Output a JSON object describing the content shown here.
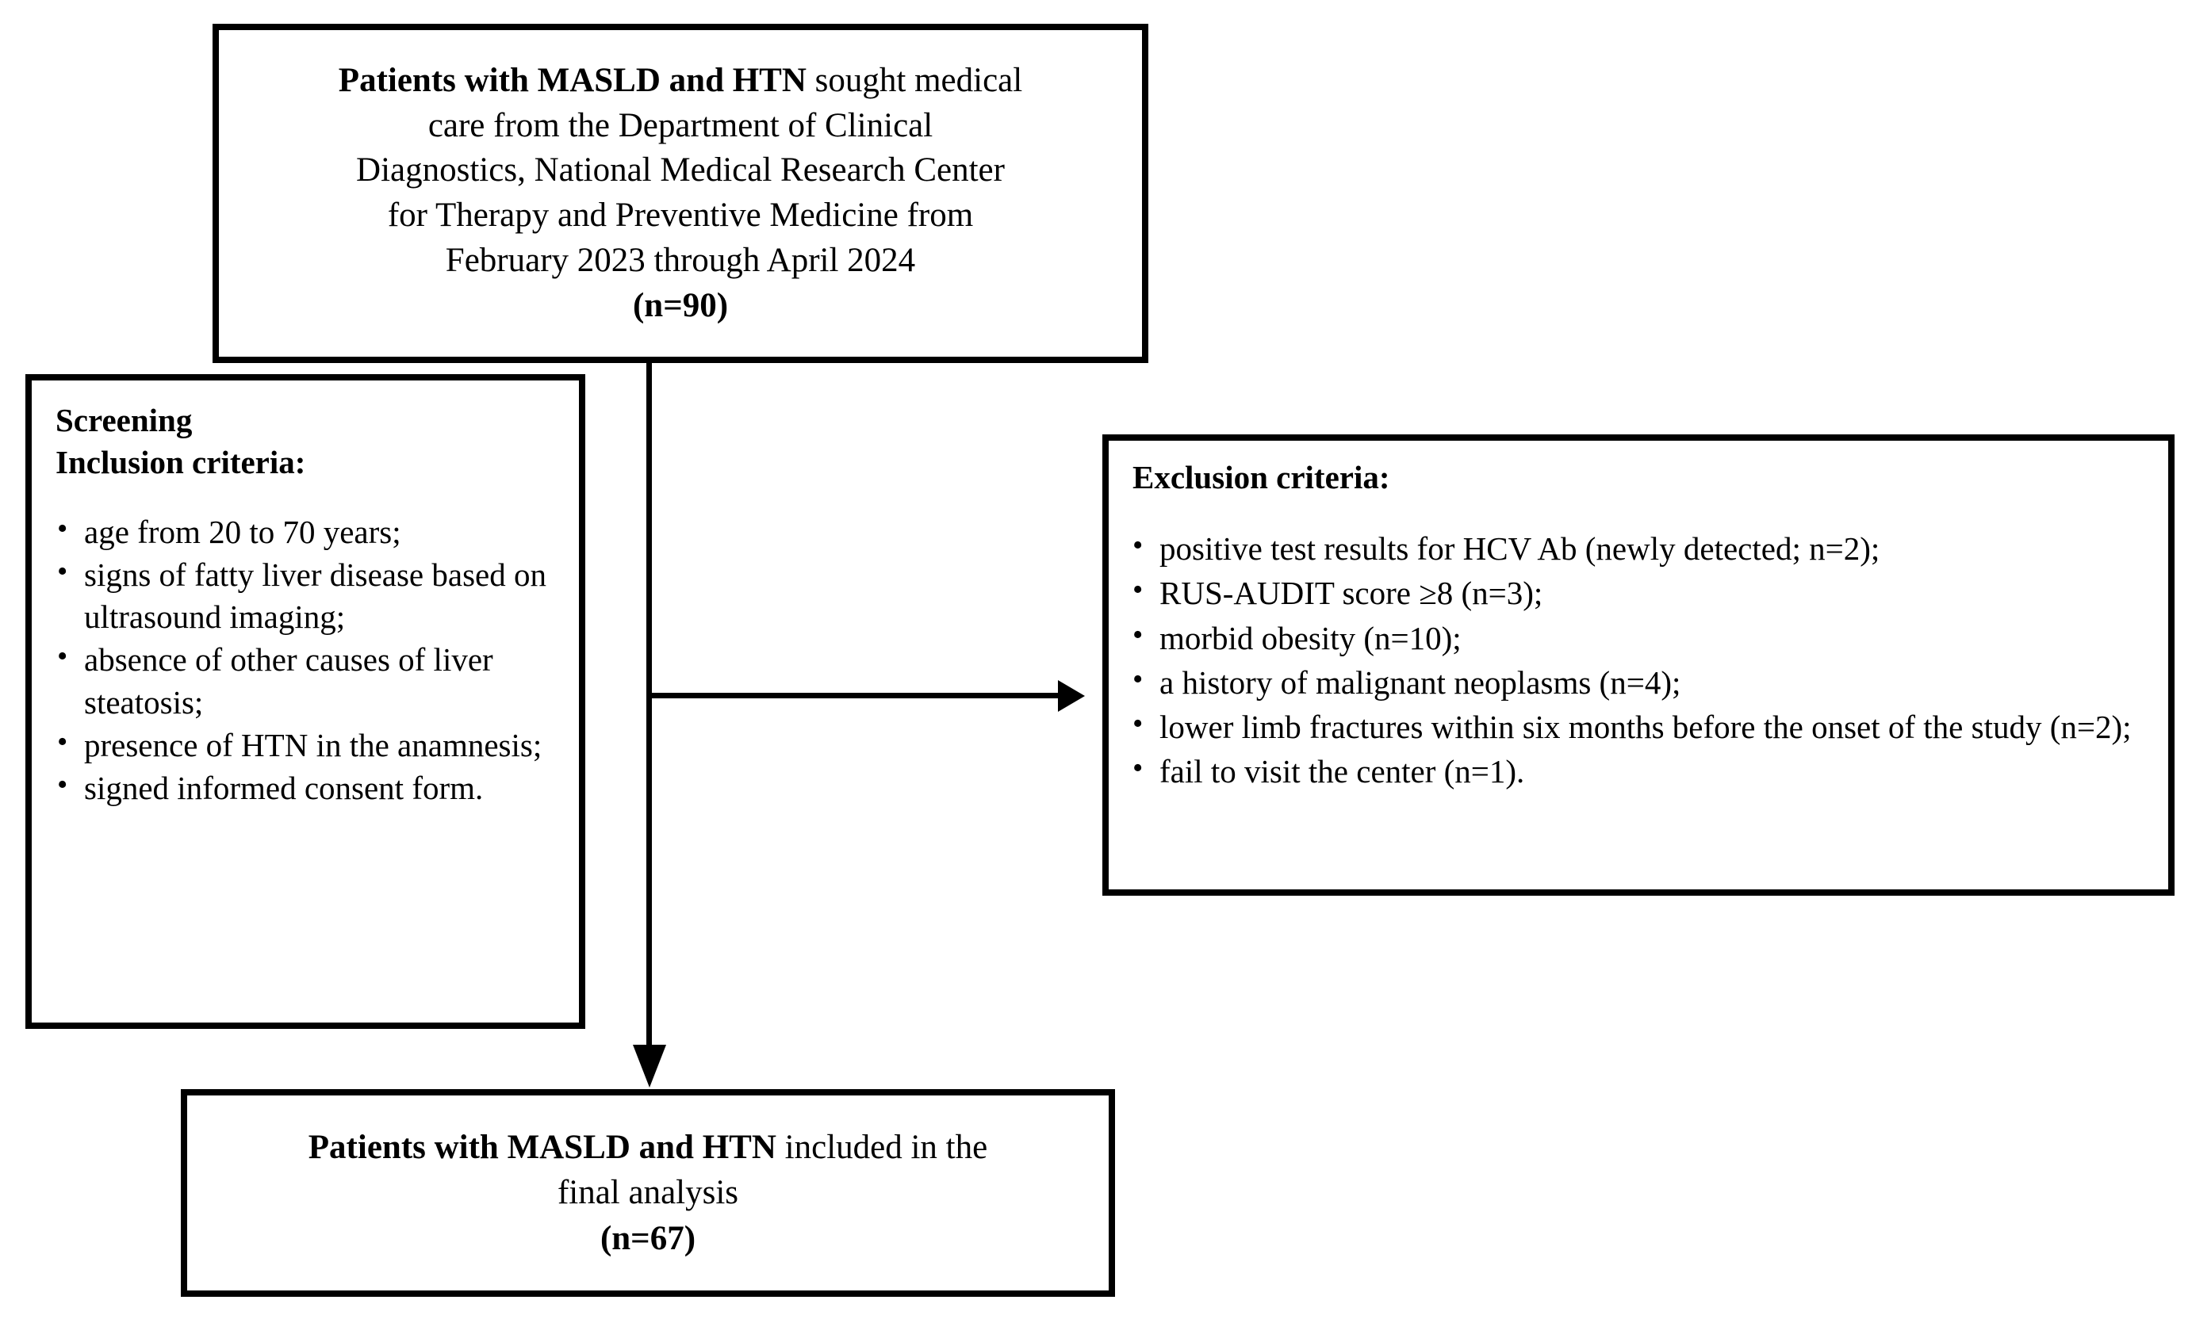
{
  "figure": {
    "type": "study-flow-diagram",
    "background_color": "#ffffff",
    "line_color": "#000000"
  },
  "enrollment_box": {
    "line1_bold": "Patients with MASLD and HTN",
    "line1_rest": " sought medical",
    "line2": "care from the Department of Clinical",
    "line3": "Diagnostics, National Medical Research Center",
    "line4": "for Therapy and Preventive Medicine from",
    "line5": "February 2023 through April 2024",
    "count": "(n=90)"
  },
  "screening_box": {
    "heading_line1": "Screening",
    "heading_line2": "Inclusion criteria:",
    "bullet_glyph": "•",
    "items": [
      "age from 20 to 70 years;",
      "signs of fatty liver disease based on ultrasound imaging;",
      "absence of other causes of liver steatosis;",
      "presence of HTN in the anamnesis;",
      "signed informed consent form."
    ]
  },
  "exclusion_box": {
    "heading": "Exclusion criteria:",
    "bullet_glyph": "•",
    "items": [
      "positive test results for HCV Ab (newly detected; n=2);",
      "RUS-AUDIT score ≥8 (n=3);",
      "morbid obesity (n=10);",
      "a history of malignant neoplasms (n=4);",
      "lower limb fractures within six months before the onset of the study (n=2);",
      "fail to visit the center (n=1)."
    ]
  },
  "final_box": {
    "line1_bold": "Patients with MASLD and HTN",
    "line1_rest": " included in the",
    "line2": "final analysis",
    "count": "(n=67)"
  }
}
